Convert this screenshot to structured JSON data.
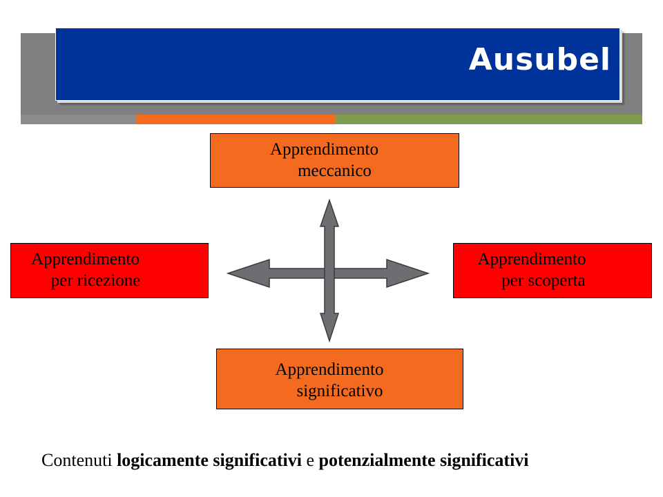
{
  "slide": {
    "title": "Ausubel",
    "colors": {
      "title_bar": "#003399",
      "gray_band": "#7f7f7f",
      "stripe_orange": "#f46a1f",
      "stripe_green": "#7f9c4e",
      "box_orange": "#f46a1f",
      "box_red": "#ff0000",
      "arrow_fill": "#6d6e72"
    }
  },
  "diagram": {
    "top": {
      "line1": "Apprendimento",
      "line2": "meccanico"
    },
    "left": {
      "line1": "Apprendimento",
      "line2": "per ricezione"
    },
    "right": {
      "line1": "Apprendimento",
      "line2": "per scoperta"
    },
    "bottom": {
      "line1": "Apprendimento",
      "line2": "significativo"
    },
    "arrow": "four-way-arrow-icon"
  },
  "caption": {
    "prefix": "Contenuti",
    "term1": "logicamente significativi",
    "conj": "e",
    "term2": "potenzialmente significativi"
  }
}
